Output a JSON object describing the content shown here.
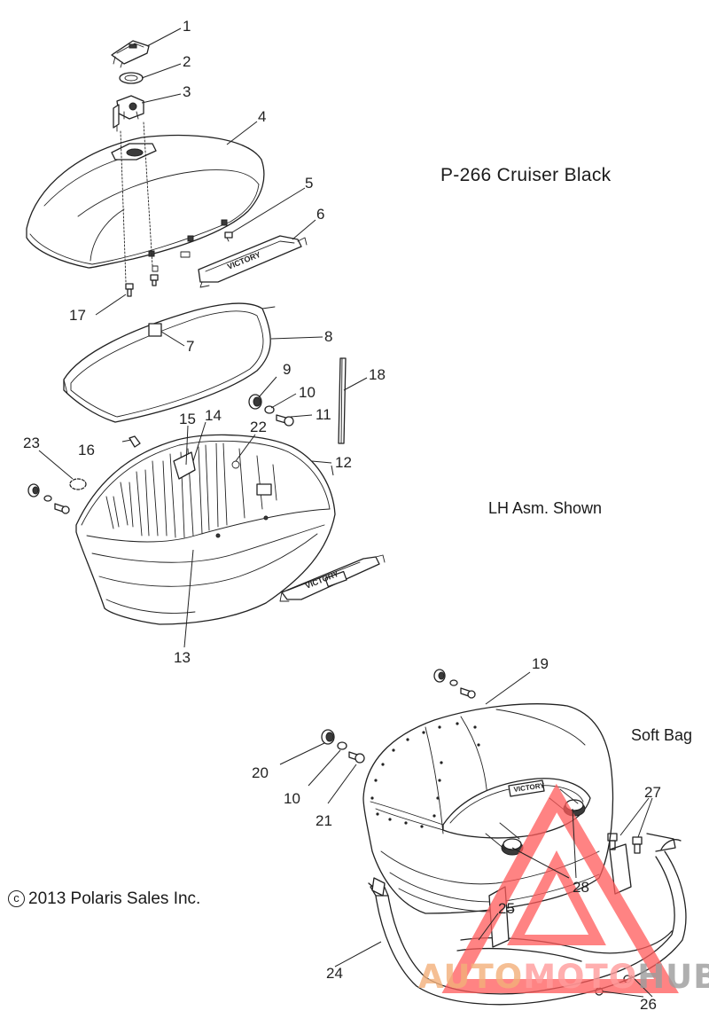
{
  "diagram": {
    "title": "P-266  Cruiser Black",
    "note_assembly": "LH Asm. Shown",
    "note_soft_bag": "Soft Bag",
    "copyright": "c 2013 Polaris Sales Inc.",
    "copyright_symbol": "c",
    "copyright_text": "2013 Polaris Sales Inc.",
    "badge_text": "VICTORY",
    "callouts": [
      "1",
      "2",
      "3",
      "4",
      "5",
      "6",
      "7",
      "8",
      "9",
      "10",
      "11",
      "12",
      "13",
      "14",
      "15",
      "16",
      "17",
      "18",
      "19",
      "20",
      "10",
      "21",
      "22",
      "23",
      "24",
      "25",
      "26",
      "27",
      "28"
    ],
    "watermark": {
      "part1": "AUTO",
      "part2": "MOTO",
      "part3": "HUB"
    }
  },
  "colors": {
    "line": "#222222",
    "watermark_red": "#ff5a5a",
    "watermark_orange": "#f3b07a",
    "watermark_gray": "#9c9c9c"
  }
}
